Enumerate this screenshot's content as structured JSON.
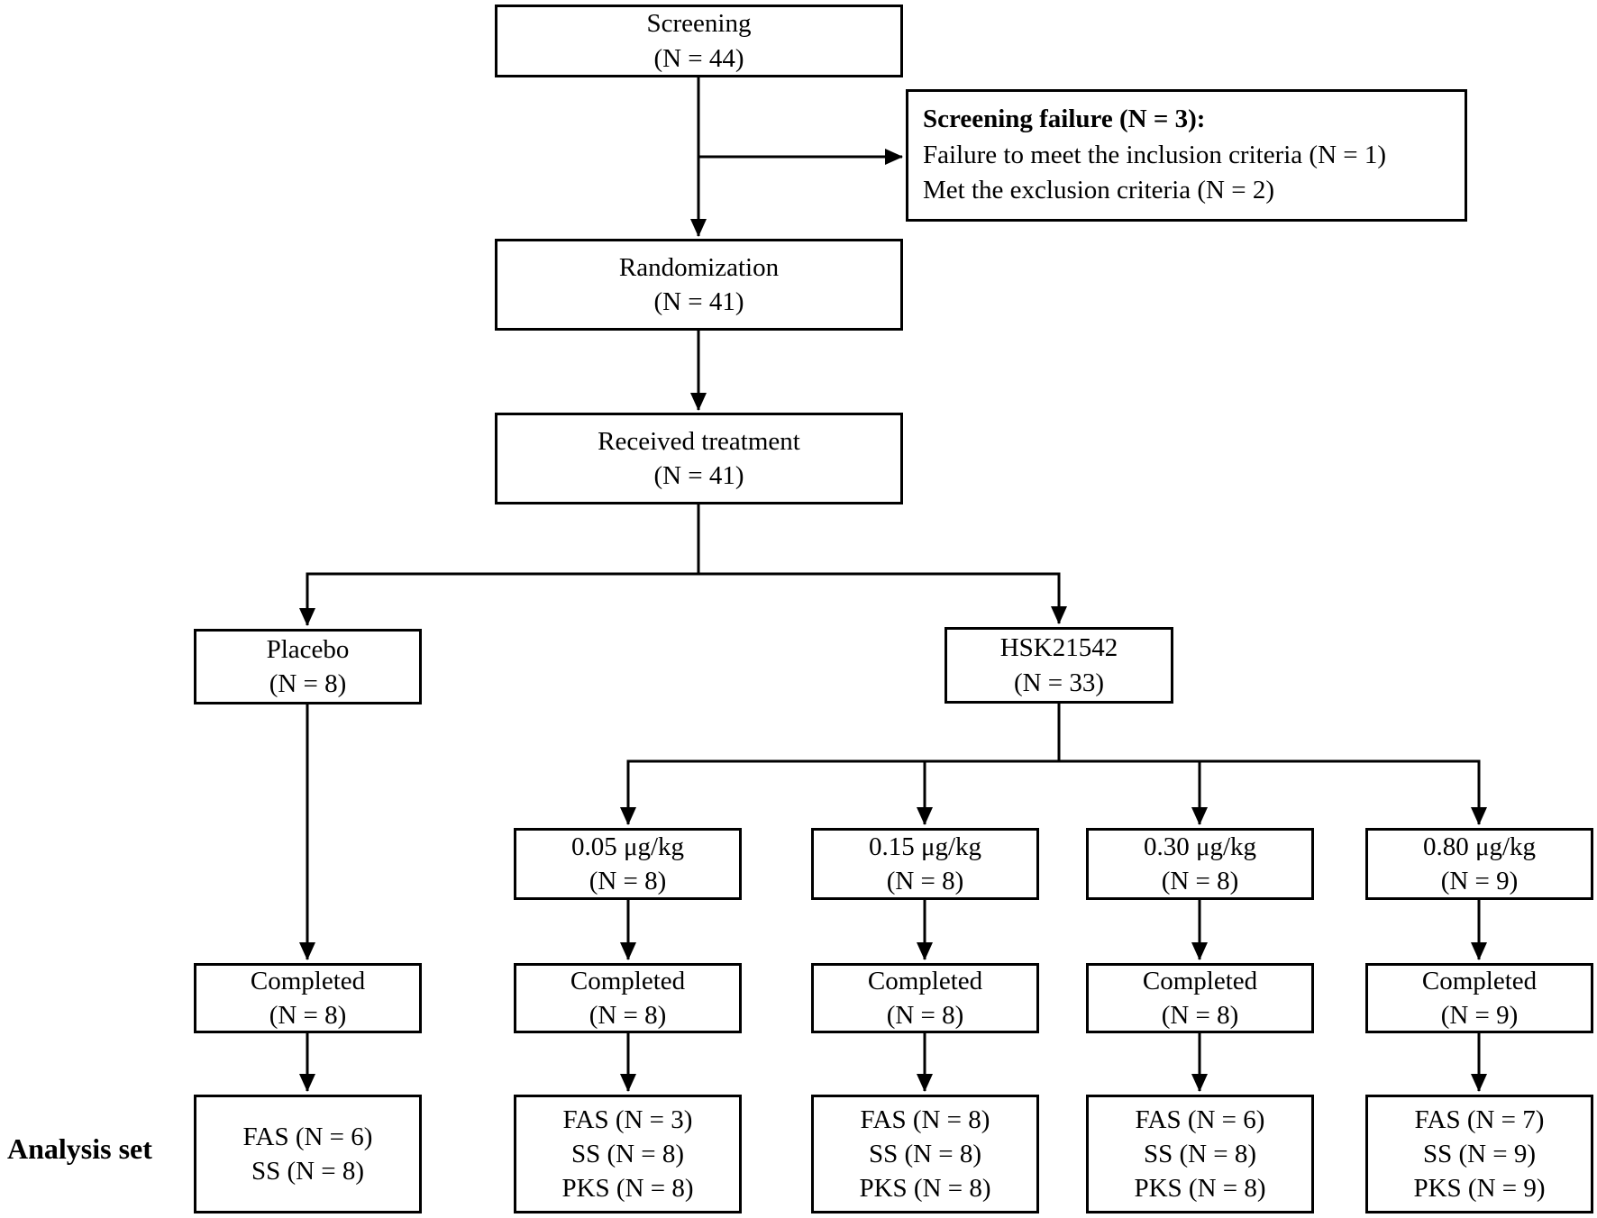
{
  "labels": {
    "analysis_set": "Analysis set"
  },
  "colors": {
    "line": "#000000",
    "box_border": "#000000",
    "text": "#000000",
    "background": "#ffffff"
  },
  "nodes": {
    "screening": {
      "line1": "Screening",
      "line2": "(N = 44)"
    },
    "screening_failure": {
      "title": "Screening failure (N = 3):",
      "line1": "Failure to meet the inclusion criteria (N = 1)",
      "line2": "Met the exclusion criteria (N = 2)"
    },
    "randomization": {
      "line1": "Randomization",
      "line2": "(N = 41)"
    },
    "received_treatment": {
      "line1": "Received treatment",
      "line2": "(N = 41)"
    },
    "placebo": {
      "line1": "Placebo",
      "line2": "(N = 8)"
    },
    "hsk21542": {
      "line1": "HSK21542",
      "line2": "(N = 33)"
    },
    "dose_005": {
      "line1": "0.05 μg/kg",
      "line2": "(N = 8)"
    },
    "dose_015": {
      "line1": "0.15 μg/kg",
      "line2": "(N = 8)"
    },
    "dose_030": {
      "line1": "0.30 μg/kg",
      "line2": "(N = 8)"
    },
    "dose_080": {
      "line1": "0.80 μg/kg",
      "line2": "(N = 9)"
    },
    "completed_placebo": {
      "line1": "Completed",
      "line2": "(N = 8)"
    },
    "completed_005": {
      "line1": "Completed",
      "line2": "(N = 8)"
    },
    "completed_015": {
      "line1": "Completed",
      "line2": "(N = 8)"
    },
    "completed_030": {
      "line1": "Completed",
      "line2": "(N = 8)"
    },
    "completed_080": {
      "line1": "Completed",
      "line2": "(N = 9)"
    },
    "analysis_placebo": {
      "line1": "FAS (N = 6)",
      "line2": "SS (N = 8)"
    },
    "analysis_005": {
      "line1": "FAS (N = 3)",
      "line2": "SS (N = 8)",
      "line3": "PKS (N = 8)"
    },
    "analysis_015": {
      "line1": "FAS (N = 8)",
      "line2": "SS (N = 8)",
      "line3": "PKS (N = 8)"
    },
    "analysis_030": {
      "line1": "FAS (N = 6)",
      "line2": "SS (N = 8)",
      "line3": "PKS (N = 8)"
    },
    "analysis_080": {
      "line1": "FAS (N = 7)",
      "line2": "SS (N = 9)",
      "line3": "PKS (N = 9)"
    }
  }
}
